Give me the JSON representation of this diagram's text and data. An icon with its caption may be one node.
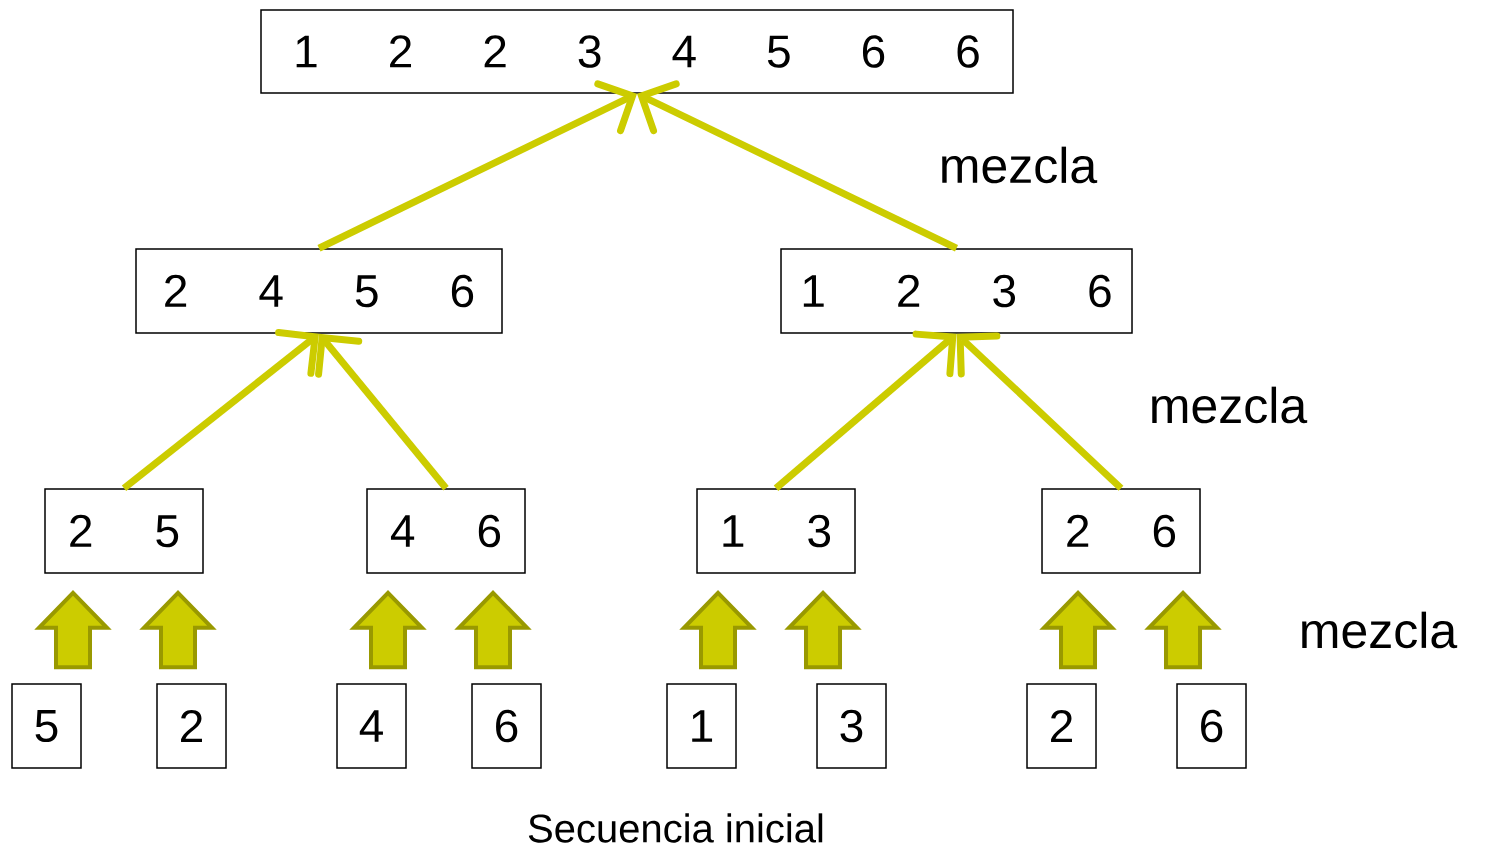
{
  "diagram": {
    "nodes": [
      {
        "text": [
          "1 2 2 3 4 5 6 6"
        ]
      },
      {
        "text": [
          "2 4 5 6"
        ]
      },
      {
        "text": [
          "1 2 3 6"
        ]
      },
      {
        "text": [
          "2 5"
        ]
      },
      {
        "text": [
          "4 6"
        ]
      },
      {
        "text": [
          "1 3"
        ]
      },
      {
        "text": [
          "2 6"
        ]
      },
      {
        "text": [
          "5"
        ]
      },
      {
        "text": [
          "2"
        ]
      },
      {
        "text": [
          "4"
        ]
      },
      {
        "text": [
          "6"
        ]
      },
      {
        "text": [
          "1"
        ]
      },
      {
        "text": [
          "3"
        ]
      },
      {
        "text": [
          "2"
        ]
      },
      {
        "text": [
          "6"
        ]
      }
    ],
    "edges": [
      {
        "from": 1,
        "to": 0,
        "arrow": "to"
      },
      {
        "from": 2,
        "to": 0,
        "arrow": "to"
      },
      {
        "from": 3,
        "to": 1,
        "arrow": "to"
      },
      {
        "from": 4,
        "to": 1,
        "arrow": "to"
      },
      {
        "from": 5,
        "to": 2,
        "arrow": "to"
      },
      {
        "from": 6,
        "to": 2,
        "arrow": "to"
      },
      {
        "from": 7,
        "to": 3,
        "arrow": "to",
        "style": "thick"
      },
      {
        "from": 8,
        "to": 3,
        "arrow": "to",
        "style": "thick"
      },
      {
        "from": 9,
        "to": 4,
        "arrow": "to",
        "style": "thick"
      },
      {
        "from": 10,
        "to": 4,
        "arrow": "to",
        "style": "thick"
      },
      {
        "from": 11,
        "to": 5,
        "arrow": "to",
        "style": "thick"
      },
      {
        "from": 12,
        "to": 5,
        "arrow": "to",
        "style": "thick"
      },
      {
        "from": 13,
        "to": 6,
        "arrow": "to",
        "style": "thick"
      },
      {
        "from": 14,
        "to": 6,
        "arrow": "to",
        "style": "thick"
      }
    ],
    "labels": [
      "mezcla",
      "mezcla",
      "mezcla",
      "Secuencia inicial"
    ]
  }
}
